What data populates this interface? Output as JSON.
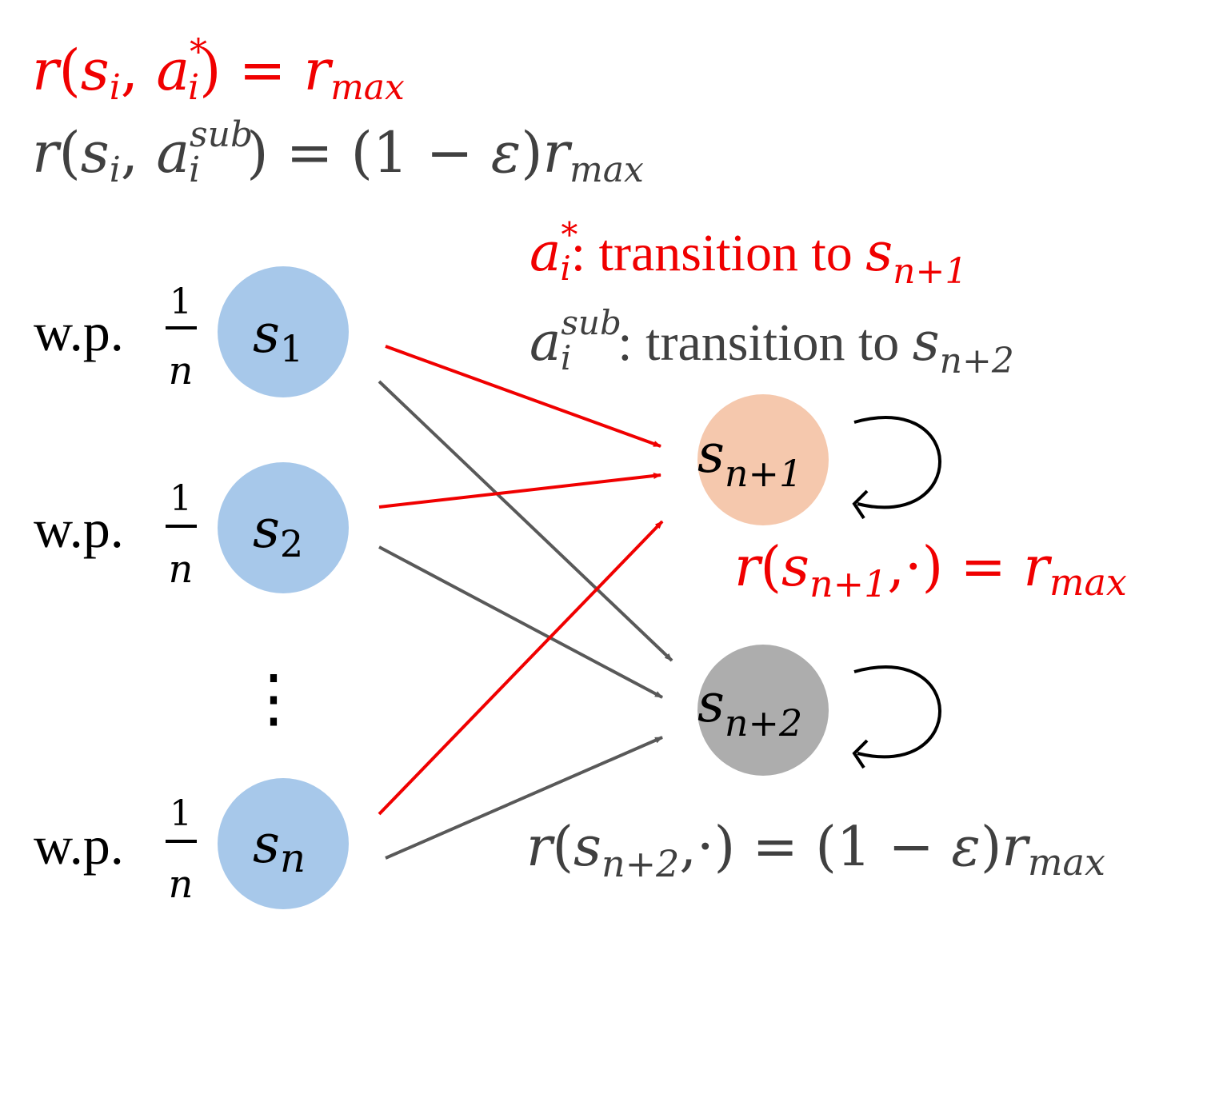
{
  "colors": {
    "red": "#f00000",
    "gray_text": "#404040",
    "black": "#000000",
    "blue_node": "#a7c8ea",
    "orange_node": "#f5c8ad",
    "gray_node": "#adadad",
    "arrow_gray": "#595959"
  },
  "reward_optimal": {
    "r": "r",
    "open": "(",
    "s": "s",
    "s_sub": "i",
    "comma": ", ",
    "a": "a",
    "a_sup": "*",
    "a_sub": "i",
    "close": ")",
    "eq": " = ",
    "rmax": "r",
    "rmax_sub": "max"
  },
  "reward_suboptimal": {
    "r": "r",
    "open": "(",
    "s": "s",
    "s_sub": "i",
    "comma": ", ",
    "a": "a",
    "a_sup": "sub",
    "a_sub": "i",
    "close": ")",
    "eq": " = (1 − ",
    "eps": "ε",
    "close2": ")",
    "rmax": "r",
    "rmax_sub": "max"
  },
  "transition_optimal": {
    "a": "a",
    "a_sup": "*",
    "a_sub": "i",
    "text": ": transition to ",
    "s": "s",
    "s_sub": "n+1"
  },
  "transition_suboptimal": {
    "a": "a",
    "a_sup": "sub",
    "a_sub": "i",
    "text": ": transition to ",
    "s": "s",
    "s_sub": "n+2"
  },
  "states": [
    {
      "wp": "w.p. ",
      "num": "1",
      "den": "n",
      "label": "s",
      "sub": "1"
    },
    {
      "wp": "w.p. ",
      "num": "1",
      "den": "n",
      "label": "s",
      "sub": "2"
    },
    {
      "wp": "w.p. ",
      "num": "1",
      "den": "n",
      "label": "s",
      "sub": "n"
    }
  ],
  "ellipsis": "⋮",
  "absorbing": [
    {
      "label": "s",
      "sub": "n+1"
    },
    {
      "label": "s",
      "sub": "n+2"
    }
  ],
  "reward_sn1": {
    "r": "r",
    "open": "(",
    "s": "s",
    "s_sub": "n+1",
    "rest": ",·) = ",
    "rmax": "r",
    "rmax_sub": "max"
  },
  "reward_sn2": {
    "r": "r",
    "open": "(",
    "s": "s",
    "s_sub": "n+2",
    "rest": ",·) = (1 − ",
    "eps": "ε",
    "close": ")",
    "rmax": "r",
    "rmax_sub": "max"
  }
}
